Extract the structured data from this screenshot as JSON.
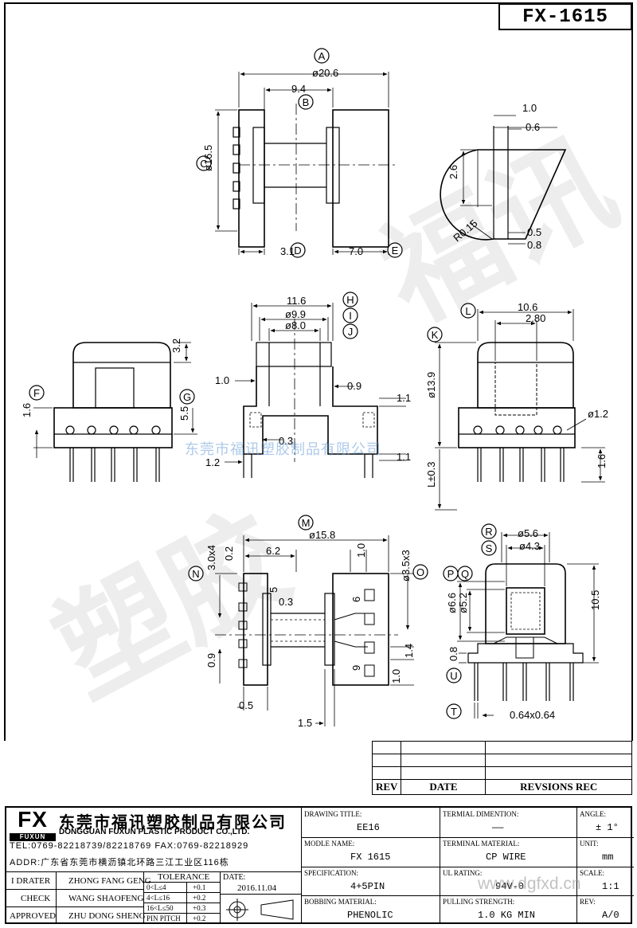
{
  "drawing": {
    "part_number": "FX-1615",
    "circle_labels": [
      "A",
      "B",
      "C",
      "D",
      "E",
      "F",
      "G",
      "H",
      "I",
      "J",
      "K",
      "L",
      "M",
      "N",
      "O",
      "P",
      "Q",
      "R",
      "S",
      "T",
      "U"
    ],
    "dims": {
      "top_a": "ø20.6",
      "top_b": "9.4",
      "top_c": "ø16.5",
      "top_d": "3.1",
      "top_e": "7.0",
      "side_10": "1.0",
      "side_06": "0.6",
      "side_26": "2.6",
      "side_r015": "R0.15",
      "side_05": "0.5",
      "side_08": "0.8",
      "fr_32": "3.2",
      "fr_16": "1.6",
      "fr_55": "5.5",
      "fr_12": "1.2",
      "cs_116": "11.6",
      "cs_99": "ø9.9",
      "cs_80": "ø8.0",
      "cs_10": "1.0",
      "cs_09": "0.9",
      "cs_11a": "1.1",
      "cs_03": "0.3",
      "cs_11b": "1.1",
      "rs_106": "10.6",
      "rs_280": "2.80",
      "rs_139": "ø13.9",
      "rs_12": "ø1.2",
      "rs_l03": "L±0.3",
      "rs_16": "1.6",
      "bt_158": "ø15.8",
      "bt_62": "6.2",
      "bt_02": "0.2",
      "bt_10a": "1.0",
      "bt_30x4": "3.0x4",
      "bt_35x3": "ø3.5x3",
      "bt_03": "0.3",
      "bt_09": "0.9",
      "bt_05": "0.5",
      "bt_15": "1.5",
      "bt_14": "1.4",
      "bt_10b": "1.0",
      "pin_5": "5",
      "pin_6": "6",
      "pin_9": "9",
      "br_56": "ø5.6",
      "br_43": "ø4.3",
      "br_66": "ø6.6",
      "br_52": "ø5.2",
      "br_105": "10.5",
      "br_08": "0.8",
      "br_064": "0.64x0.64"
    }
  },
  "watermarks": {
    "company": "东莞市福讯塑胶制品有限公司",
    "url": "www.dgfxd.cn",
    "big_chars": "福讯塑胶"
  },
  "revision_table": {
    "rows": [
      "",
      "",
      ""
    ],
    "headers": [
      "REV",
      "DATE",
      "REVSIONS REC"
    ]
  },
  "title_block": {
    "logo_big": "FX",
    "logo_small": "FUXUN",
    "company_cn": "东莞市福讯塑胶制品有限公司",
    "company_en": "DONGGUAN FUXUN PLASTIC PRODUCT CO.,LTD.",
    "tel": "TEL:0769-82218739/82218769 FAX:0769-82218929",
    "addr": "ADDR:广东省东莞市横沥镇北环路三江工业区116栋",
    "people": [
      {
        "role": "I DRATER",
        "name": "ZHONG FANG GENG"
      },
      {
        "role": "CHECK",
        "name": "WANG SHAOFENG"
      },
      {
        "role": "APPROVED",
        "name": "ZHU DONG SHENG"
      }
    ],
    "tolerance_title": "TOLERANCE",
    "tolerance_rows": [
      {
        "range": "0<L≤4",
        "tol": "+0.1"
      },
      {
        "range": "4<L≤16",
        "tol": "+0.2"
      },
      {
        "range": "16<L≤50",
        "tol": "+0.3"
      },
      {
        "range": "PIN PITCH",
        "tol": "+0.2"
      }
    ],
    "date_label": "DATE:",
    "date": "2016.11.04",
    "drawing_title_label": "DRAWING TITLE:",
    "drawing_title": "EE16",
    "model_label": "MODLE NAME:",
    "model": "FX 1615",
    "spec_label": "SPECIFICATION:",
    "spec": "4+5PIN",
    "bobbin_label": "BOBBING MATERIAL:",
    "bobbin": "PHENOLIC",
    "term_dim_label": "TERMIAL DIMENTION:",
    "term_dim": "——",
    "term_mat_label": "TERMINAL MATERIAL:",
    "term_mat": "CP WIRE",
    "ul_label": "UL RATING:",
    "ul": "94V-0",
    "pull_label": "PULLING STRENGTH:",
    "pull": "1.0 KG MIN",
    "angle_label": "ANGLE:",
    "angle": "± 1°",
    "unit_label": "UNIT:",
    "unit": "mm",
    "scale_label": "SCALE:",
    "scale": "1:1",
    "rev_label": "REV:",
    "rev": "A/0"
  }
}
